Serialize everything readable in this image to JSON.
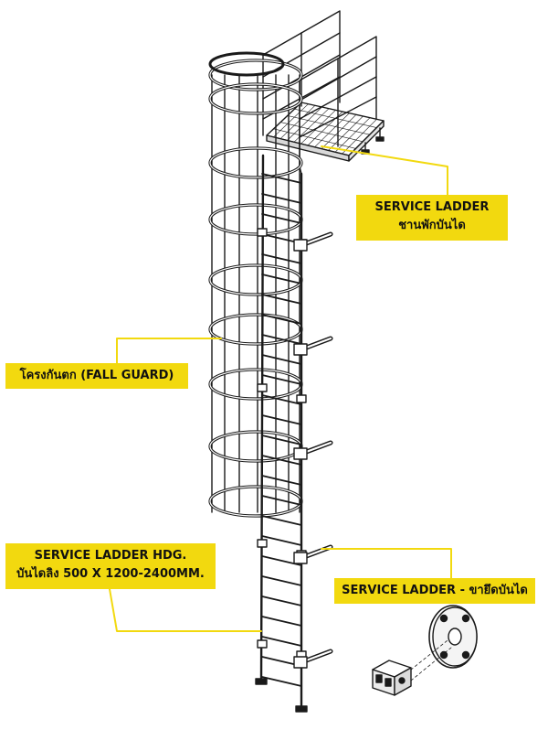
{
  "colors": {
    "callout_fill": "#f2d90f",
    "leader_line": "#f2d90f",
    "line_art": "#1a1a1a"
  },
  "callouts": {
    "platform": {
      "line1": "SERVICE LADDER",
      "line2": "ชานพักบันได"
    },
    "fall_guard": {
      "line1": "โครงกันตก (FALL GUARD)"
    },
    "hdg": {
      "line1": "SERVICE LADDER HDG.",
      "line2": "บันไดลิง 500 X 1200-2400MM."
    },
    "bracket": {
      "line1": "SERVICE LADDER - ขายึดบันได"
    }
  }
}
